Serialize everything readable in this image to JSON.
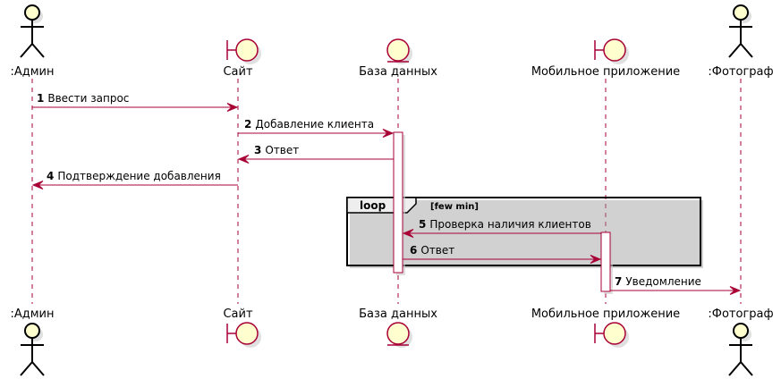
{
  "participants": [
    {
      "id": "admin",
      "label": ":Админ",
      "kind": "actor"
    },
    {
      "id": "site",
      "label": "Сайт",
      "kind": "boundary"
    },
    {
      "id": "db",
      "label": "База данных",
      "kind": "entity"
    },
    {
      "id": "mobile",
      "label": "Мобильное приложение",
      "kind": "boundary"
    },
    {
      "id": "photographer",
      "label": ":Фотограф",
      "kind": "actor"
    }
  ],
  "messages": [
    {
      "num": "1",
      "text": "Ввести запрос",
      "from": "admin",
      "to": "site"
    },
    {
      "num": "2",
      "text": "Добавление клиента",
      "from": "site",
      "to": "db"
    },
    {
      "num": "3",
      "text": "Ответ",
      "from": "db",
      "to": "site"
    },
    {
      "num": "4",
      "text": "Подтверждение добавления",
      "from": "site",
      "to": "admin"
    },
    {
      "num": "5",
      "text": "Проверка наличия клиентов",
      "from": "mobile",
      "to": "db"
    },
    {
      "num": "6",
      "text": "Ответ",
      "from": "db",
      "to": "mobile"
    },
    {
      "num": "7",
      "text": "Уведомление",
      "from": "mobile",
      "to": "photographer"
    }
  ],
  "loop": {
    "keyword": "loop",
    "condition": "[few min]"
  },
  "colors": {
    "line": "#A80036",
    "fill": "#FEFECE",
    "frame": "#000000",
    "frame_header": "#EEEEEE"
  }
}
